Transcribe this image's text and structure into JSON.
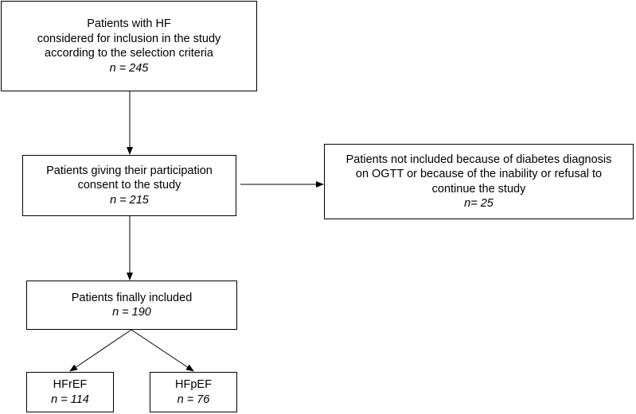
{
  "boxes": {
    "considered": {
      "lines": [
        "Patients with HF",
        "considered for inclusion in the study",
        "according to the selection criteria"
      ],
      "n": "n = 245"
    },
    "consent": {
      "lines": [
        "Patients giving their participation",
        "consent to the study"
      ],
      "n": "n = 215"
    },
    "excluded": {
      "lines": [
        "Patients not included because of diabetes diagnosis",
        "on OGTT or because of the inability or refusal to",
        "continue the study"
      ],
      "n": "n= 25"
    },
    "included": {
      "lines": [
        "Patients finally included"
      ],
      "n": "n = 190"
    },
    "hfref": {
      "lines": [
        "HFrEF"
      ],
      "n": "n = 114"
    },
    "hfpef": {
      "lines": [
        "HFpEF"
      ],
      "n": "n = 76"
    }
  }
}
